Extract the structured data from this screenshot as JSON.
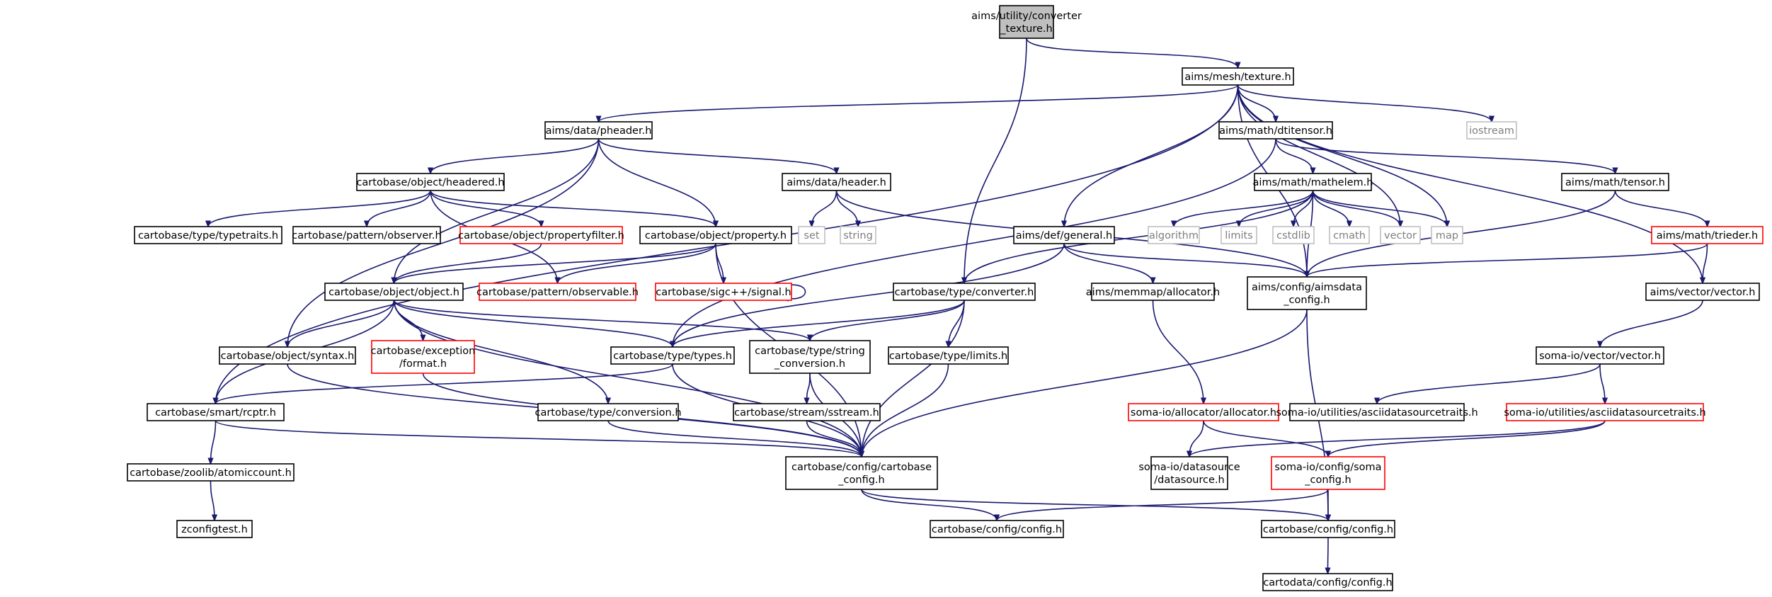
{
  "diagram": {
    "type": "include-dependency-graph",
    "colors": {
      "edge": "#191970",
      "root_fill": "#bfbfbf",
      "node_border": "#000000",
      "truncated_border": "#ff0000",
      "system_border": "#bfbfbf"
    },
    "nodes": [
      {
        "id": "root",
        "kind": "root",
        "lines": [
          "aims/utility/converter",
          "_texture.h"
        ]
      },
      {
        "id": "texture",
        "kind": "black",
        "lines": [
          "aims/mesh/texture.h"
        ]
      },
      {
        "id": "pheader",
        "kind": "black",
        "lines": [
          "aims/data/pheader.h"
        ]
      },
      {
        "id": "dtitensor",
        "kind": "black",
        "lines": [
          "aims/math/dtitensor.h"
        ]
      },
      {
        "id": "iostream",
        "kind": "gray",
        "lines": [
          "iostream"
        ]
      },
      {
        "id": "headered",
        "kind": "black",
        "lines": [
          "cartobase/object/headered.h"
        ]
      },
      {
        "id": "header",
        "kind": "black",
        "lines": [
          "aims/data/header.h"
        ]
      },
      {
        "id": "mathelem",
        "kind": "black",
        "lines": [
          "aims/math/mathelem.h"
        ]
      },
      {
        "id": "tensor",
        "kind": "black",
        "lines": [
          "aims/math/tensor.h"
        ]
      },
      {
        "id": "typetraits",
        "kind": "black",
        "lines": [
          "cartobase/type/typetraits.h"
        ]
      },
      {
        "id": "observer",
        "kind": "black",
        "lines": [
          "cartobase/pattern/observer.h"
        ]
      },
      {
        "id": "propfilter",
        "kind": "red",
        "lines": [
          "cartobase/object/propertyfilter.h"
        ]
      },
      {
        "id": "property",
        "kind": "black",
        "lines": [
          "cartobase/object/property.h"
        ]
      },
      {
        "id": "set",
        "kind": "gray",
        "lines": [
          "set"
        ]
      },
      {
        "id": "string",
        "kind": "gray",
        "lines": [
          "string"
        ]
      },
      {
        "id": "general",
        "kind": "black",
        "lines": [
          "aims/def/general.h"
        ]
      },
      {
        "id": "algorithm",
        "kind": "gray",
        "lines": [
          "algorithm"
        ]
      },
      {
        "id": "limits",
        "kind": "gray",
        "lines": [
          "limits"
        ]
      },
      {
        "id": "cstdlib",
        "kind": "gray",
        "lines": [
          "cstdlib"
        ]
      },
      {
        "id": "cmath",
        "kind": "gray",
        "lines": [
          "cmath"
        ]
      },
      {
        "id": "vector",
        "kind": "gray",
        "lines": [
          "vector"
        ]
      },
      {
        "id": "map",
        "kind": "gray",
        "lines": [
          "map"
        ]
      },
      {
        "id": "trieder",
        "kind": "red",
        "lines": [
          "aims/math/trieder.h"
        ]
      },
      {
        "id": "object",
        "kind": "black",
        "lines": [
          "cartobase/object/object.h"
        ]
      },
      {
        "id": "observable",
        "kind": "red",
        "lines": [
          "cartobase/pattern/observable.h"
        ]
      },
      {
        "id": "signal",
        "kind": "red",
        "lines": [
          "cartobase/sigc++/signal.h"
        ]
      },
      {
        "id": "converter",
        "kind": "black",
        "lines": [
          "cartobase/type/converter.h"
        ]
      },
      {
        "id": "allocator",
        "kind": "black",
        "lines": [
          "aims/memmap/allocator.h"
        ]
      },
      {
        "id": "aimsdata",
        "kind": "black",
        "lines": [
          "aims/config/aimsdata",
          "_config.h"
        ]
      },
      {
        "id": "vectorh",
        "kind": "black",
        "lines": [
          "aims/vector/vector.h"
        ]
      },
      {
        "id": "syntax",
        "kind": "black",
        "lines": [
          "cartobase/object/syntax.h"
        ]
      },
      {
        "id": "format",
        "kind": "red",
        "lines": [
          "cartobase/exception",
          "/format.h"
        ]
      },
      {
        "id": "types",
        "kind": "black",
        "lines": [
          "cartobase/type/types.h"
        ]
      },
      {
        "id": "strconv",
        "kind": "black",
        "lines": [
          "cartobase/type/string",
          "_conversion.h"
        ]
      },
      {
        "id": "tlimits",
        "kind": "black",
        "lines": [
          "cartobase/type/limits.h"
        ]
      },
      {
        "id": "somavector",
        "kind": "black",
        "lines": [
          "soma-io/vector/vector.h"
        ]
      },
      {
        "id": "rcptr",
        "kind": "black",
        "lines": [
          "cartobase/smart/rcptr.h"
        ]
      },
      {
        "id": "conversion",
        "kind": "black",
        "lines": [
          "cartobase/type/conversion.h"
        ]
      },
      {
        "id": "sstream",
        "kind": "black",
        "lines": [
          "cartobase/stream/sstream.h"
        ]
      },
      {
        "id": "somaalloc",
        "kind": "red",
        "lines": [
          "soma-io/allocator/allocator.h"
        ]
      },
      {
        "id": "adstraits1",
        "kind": "black",
        "lines": [
          "soma-io/utilities/asciidatasourcetraits.h"
        ]
      },
      {
        "id": "adstraits2",
        "kind": "red",
        "lines": [
          "soma-io/utilities/asciidatasourcetraits.h"
        ]
      },
      {
        "id": "atomic",
        "kind": "black",
        "lines": [
          "cartobase/zoolib/atomiccount.h"
        ]
      },
      {
        "id": "cbconfig",
        "kind": "black",
        "lines": [
          "cartobase/config/cartobase",
          "_config.h"
        ]
      },
      {
        "id": "datasource",
        "kind": "black",
        "lines": [
          "soma-io/datasource",
          "/datasource.h"
        ]
      },
      {
        "id": "somaconfig",
        "kind": "red",
        "lines": [
          "soma-io/config/soma",
          "_config.h"
        ]
      },
      {
        "id": "zconfig",
        "kind": "black",
        "lines": [
          "zconfigtest.h"
        ]
      },
      {
        "id": "config1",
        "kind": "black",
        "lines": [
          "cartobase/config/config.h"
        ]
      },
      {
        "id": "config2",
        "kind": "black",
        "lines": [
          "cartobase/config/config.h"
        ]
      },
      {
        "id": "cdconfig",
        "kind": "black",
        "lines": [
          "cartodata/config/config.h"
        ]
      }
    ],
    "edges": [
      [
        "root",
        "texture"
      ],
      [
        "root",
        "converter"
      ],
      [
        "texture",
        "pheader"
      ],
      [
        "texture",
        "dtitensor"
      ],
      [
        "texture",
        "iostream"
      ],
      [
        "texture",
        "general"
      ],
      [
        "texture",
        "aimsdata"
      ],
      [
        "texture",
        "vector"
      ],
      [
        "texture",
        "map"
      ],
      [
        "texture",
        "vectorh"
      ],
      [
        "texture",
        "rcptr"
      ],
      [
        "pheader",
        "headered"
      ],
      [
        "pheader",
        "header"
      ],
      [
        "pheader",
        "property"
      ],
      [
        "pheader",
        "syntax"
      ],
      [
        "pheader",
        "object"
      ],
      [
        "dtitensor",
        "mathelem"
      ],
      [
        "dtitensor",
        "tensor"
      ],
      [
        "dtitensor",
        "types"
      ],
      [
        "headered",
        "typetraits"
      ],
      [
        "headered",
        "observer"
      ],
      [
        "headered",
        "propfilter"
      ],
      [
        "headered",
        "property"
      ],
      [
        "headered",
        "observable"
      ],
      [
        "header",
        "set"
      ],
      [
        "header",
        "string"
      ],
      [
        "header",
        "aimsdata"
      ],
      [
        "mathelem",
        "algorithm"
      ],
      [
        "mathelem",
        "limits"
      ],
      [
        "mathelem",
        "cstdlib"
      ],
      [
        "mathelem",
        "cmath"
      ],
      [
        "mathelem",
        "vector"
      ],
      [
        "mathelem",
        "map"
      ],
      [
        "mathelem",
        "aimsdata"
      ],
      [
        "mathelem",
        "converter"
      ],
      [
        "tensor",
        "trieder"
      ],
      [
        "tensor",
        "aimsdata"
      ],
      [
        "trieder",
        "aimsdata"
      ],
      [
        "trieder",
        "vectorh"
      ],
      [
        "propfilter",
        "object"
      ],
      [
        "property",
        "object"
      ],
      [
        "property",
        "observable"
      ],
      [
        "property",
        "signal"
      ],
      [
        "property",
        "cbconfig"
      ],
      [
        "signal",
        "signal"
      ],
      [
        "general",
        "allocator"
      ],
      [
        "general",
        "aimsdata"
      ],
      [
        "general",
        "types"
      ],
      [
        "object",
        "syntax"
      ],
      [
        "object",
        "format"
      ],
      [
        "object",
        "types"
      ],
      [
        "object",
        "strconv"
      ],
      [
        "object",
        "conversion"
      ],
      [
        "object",
        "rcptr"
      ],
      [
        "object",
        "cbconfig"
      ],
      [
        "converter",
        "types"
      ],
      [
        "converter",
        "strconv"
      ],
      [
        "converter",
        "tlimits"
      ],
      [
        "converter",
        "cbconfig"
      ],
      [
        "allocator",
        "somaalloc"
      ],
      [
        "aimsdata",
        "cbconfig"
      ],
      [
        "aimsdata",
        "config2"
      ],
      [
        "vectorh",
        "somavector"
      ],
      [
        "somavector",
        "adstraits1"
      ],
      [
        "somavector",
        "adstraits2"
      ],
      [
        "syntax",
        "cbconfig"
      ],
      [
        "format",
        "cbconfig"
      ],
      [
        "types",
        "rcptr"
      ],
      [
        "types",
        "cbconfig"
      ],
      [
        "strconv",
        "sstream"
      ],
      [
        "strconv",
        "cbconfig"
      ],
      [
        "tlimits",
        "cbconfig"
      ],
      [
        "rcptr",
        "atomic"
      ],
      [
        "rcptr",
        "cbconfig"
      ],
      [
        "conversion",
        "cbconfig"
      ],
      [
        "sstream",
        "cbconfig"
      ],
      [
        "somaalloc",
        "datasource"
      ],
      [
        "somaalloc",
        "somaconfig"
      ],
      [
        "adstraits2",
        "datasource"
      ],
      [
        "adstraits2",
        "somaconfig"
      ],
      [
        "atomic",
        "zconfig"
      ],
      [
        "cbconfig",
        "config1"
      ],
      [
        "cbconfig",
        "config2"
      ],
      [
        "somaconfig",
        "config1"
      ],
      [
        "somaconfig",
        "config2"
      ],
      [
        "config2",
        "cdconfig"
      ]
    ]
  }
}
